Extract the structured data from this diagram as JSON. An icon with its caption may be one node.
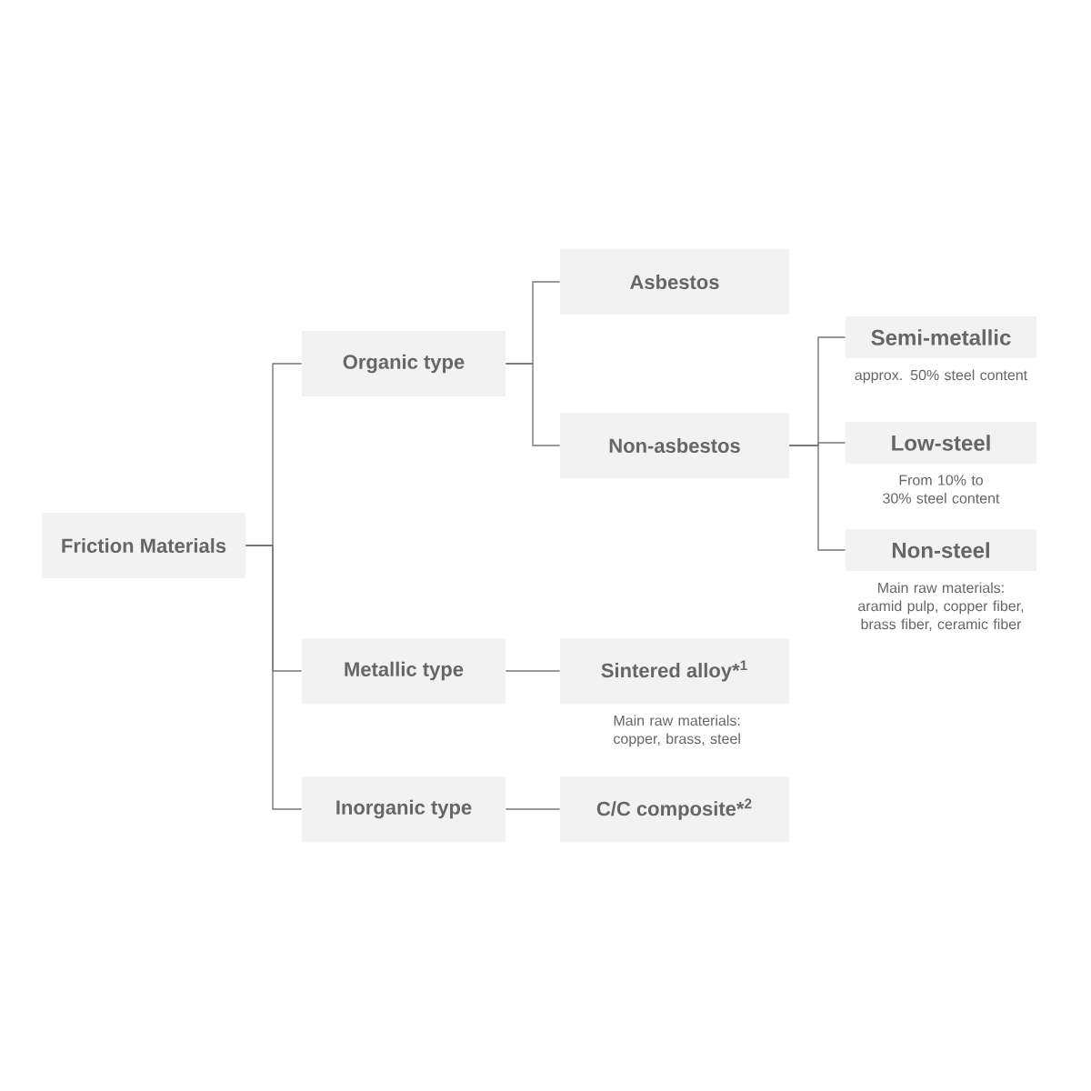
{
  "diagram": {
    "nodes": [
      {
        "text": [
          "Friction Materials"
        ]
      },
      {
        "text": [
          "Organic type"
        ]
      },
      {
        "text": [
          "Metallic type"
        ]
      },
      {
        "text": [
          "Inorganic type"
        ]
      },
      {
        "text": [
          "Asbestos"
        ]
      },
      {
        "text": [
          "Non-asbestos"
        ]
      },
      {
        "text": [
          "Sintered alloy*$^{1}$"
        ],
        "beside": [
          "Main raw materials: copper, brass, steel"
        ]
      },
      {
        "text": [
          "C/C composite*$^{2}$"
        ]
      },
      {
        "text": [
          "Semi-metallic"
        ],
        "beside": [
          "approx. 50% steel content"
        ]
      },
      {
        "text": [
          "Low-steel"
        ],
        "beside": [
          "From 10% to 30% steel content"
        ]
      },
      {
        "text": [
          "Non-steel"
        ],
        "beside": [
          "Main raw materials: aramid pulp, copper fiber, brass fiber, ceramic fiber"
        ]
      }
    ],
    "edges": [
      {
        "from": 0,
        "to": 1,
        "arrow": "none"
      },
      {
        "from": 0,
        "to": 2,
        "arrow": "none"
      },
      {
        "from": 0,
        "to": 3,
        "arrow": "none"
      },
      {
        "from": 1,
        "to": 4,
        "arrow": "none"
      },
      {
        "from": 1,
        "to": 5,
        "arrow": "none"
      },
      {
        "from": 2,
        "to": 6,
        "arrow": "none"
      },
      {
        "from": 3,
        "to": 7,
        "arrow": "none"
      },
      {
        "from": 5,
        "to": 8,
        "arrow": "none"
      },
      {
        "from": 5,
        "to": 9,
        "arrow": "none"
      },
      {
        "from": 5,
        "to": 10,
        "arrow": "none"
      }
    ]
  }
}
